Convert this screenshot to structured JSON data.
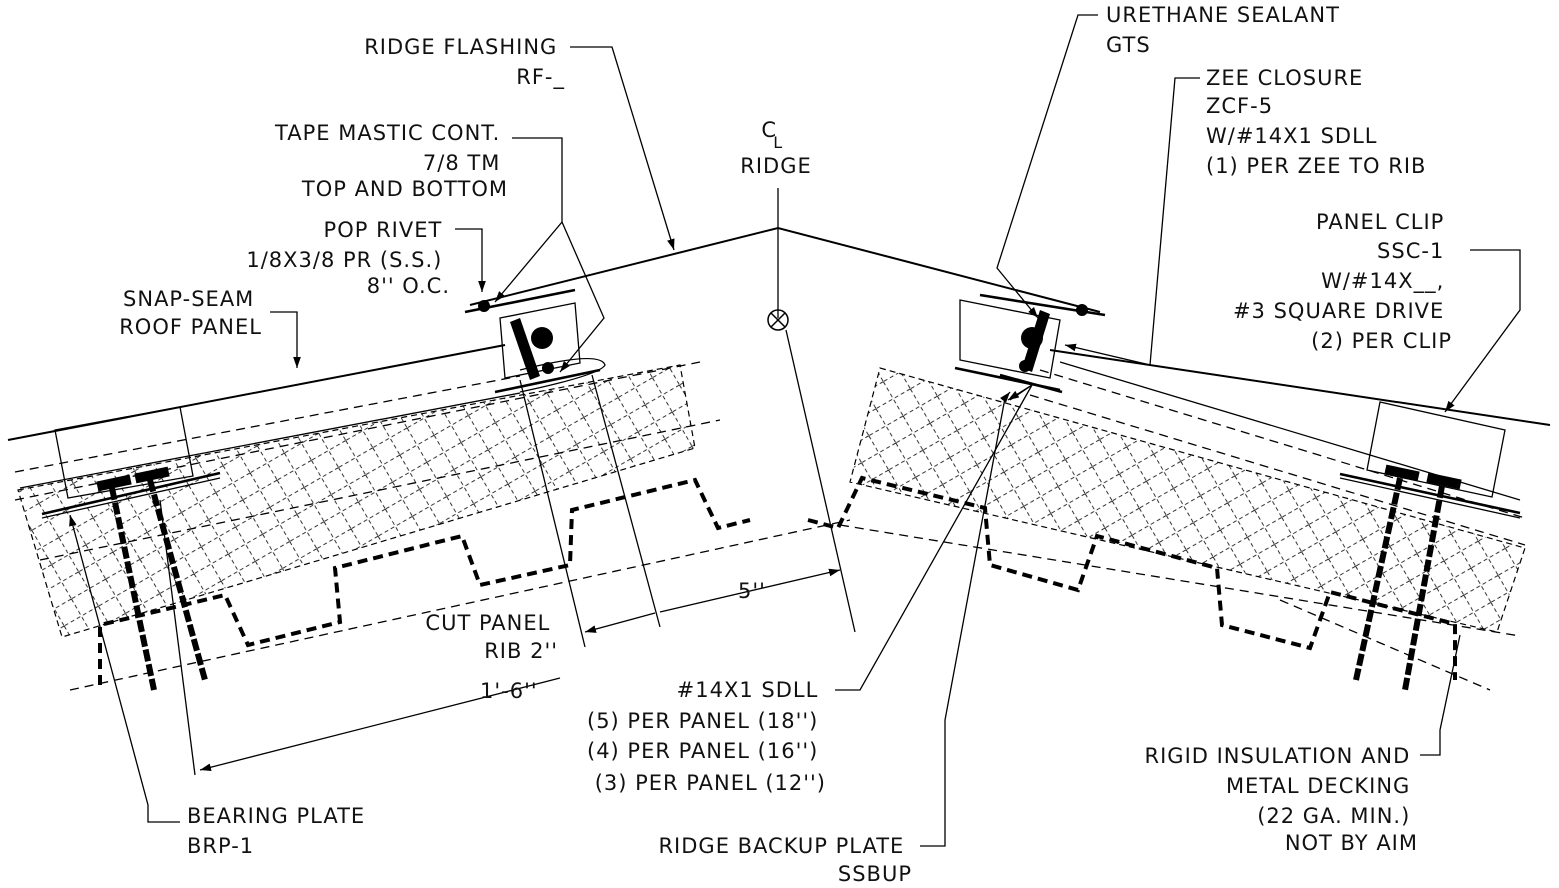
{
  "labels": {
    "ridge_flashing": [
      "RIDGE FLASHING",
      "RF-_"
    ],
    "tape_mastic": [
      "TAPE MASTIC CONT.",
      "7/8 TM",
      "TOP AND BOTTOM"
    ],
    "pop_rivet": [
      "POP RIVET",
      "1/8X3/8 PR (S.S.)",
      "8'' O.C."
    ],
    "snap_seam": [
      "SNAP-SEAM",
      "ROOF PANEL"
    ],
    "centerline": [
      "C",
      "L",
      "RIDGE"
    ],
    "urethane": [
      "URETHANE SEALANT",
      "GTS"
    ],
    "zee_closure": [
      "ZEE CLOSURE",
      "ZCF-5",
      "W/#14X1 SDLL",
      "(1) PER ZEE TO RIB"
    ],
    "panel_clip": [
      "PANEL CLIP",
      "SSC-1",
      "W/#14X__,",
      "#3 SQUARE DRIVE",
      "(2) PER CLIP"
    ],
    "cut_panel": [
      "CUT PANEL",
      "RIB 2''"
    ],
    "dim_5": "5''",
    "dim_18": "1'-6''",
    "sdll": [
      "#14X1 SDLL",
      "(5) PER PANEL (18'')",
      "(4) PER PANEL (16'')",
      "(3) PER PANEL (12'')"
    ],
    "rigid_insulation": [
      "RIGID INSULATION AND",
      "METAL DECKING",
      "(22 GA. MIN.)",
      "NOT BY AIM"
    ],
    "bearing_plate": [
      "BEARING PLATE",
      "BRP-1"
    ],
    "ridge_backup": [
      "RIDGE BACKUP PLATE",
      "SSBUP"
    ]
  }
}
